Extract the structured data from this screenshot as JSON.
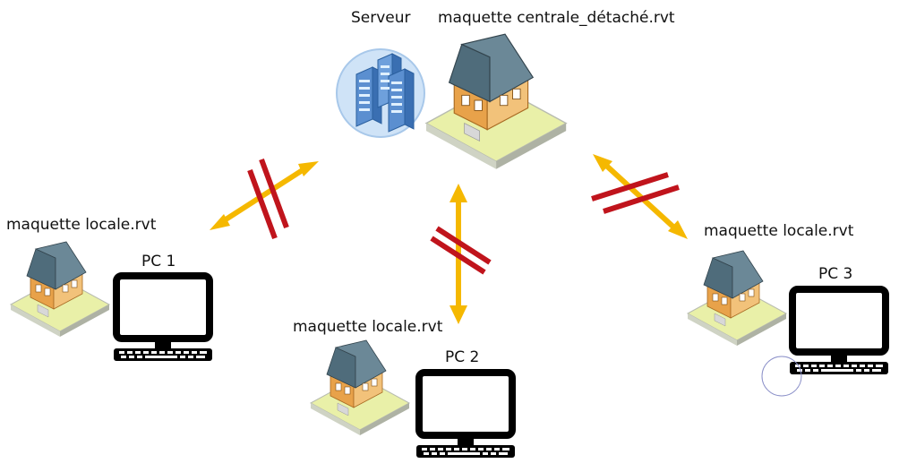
{
  "server": {
    "label": "Serveur",
    "icon": "server-rack-icon"
  },
  "central_model": {
    "label": "maquette centrale_détaché.rvt",
    "icon": "house-model-icon"
  },
  "pcs": [
    {
      "name": "PC 1",
      "model_label": "maquette locale.rvt",
      "icon": "computer-icon"
    },
    {
      "name": "PC 2",
      "model_label": "maquette locale.rvt",
      "icon": "computer-icon"
    },
    {
      "name": "PC 3",
      "model_label": "maquette locale.rvt",
      "icon": "computer-icon"
    }
  ],
  "links": [
    {
      "from": "PC 1",
      "to": "Serveur",
      "state": "broken"
    },
    {
      "from": "PC 2",
      "to": "Serveur",
      "state": "broken"
    },
    {
      "from": "PC 3",
      "to": "Serveur",
      "state": "broken"
    }
  ],
  "colors": {
    "arrow": "#f5b800",
    "break_mark": "#c0141c",
    "house_wall": "#e8a24a",
    "house_roof": "#4f6c7b",
    "base_plate": "#e9f0a8",
    "server_bg": "#cfe3f7",
    "monitor": "#000000"
  }
}
